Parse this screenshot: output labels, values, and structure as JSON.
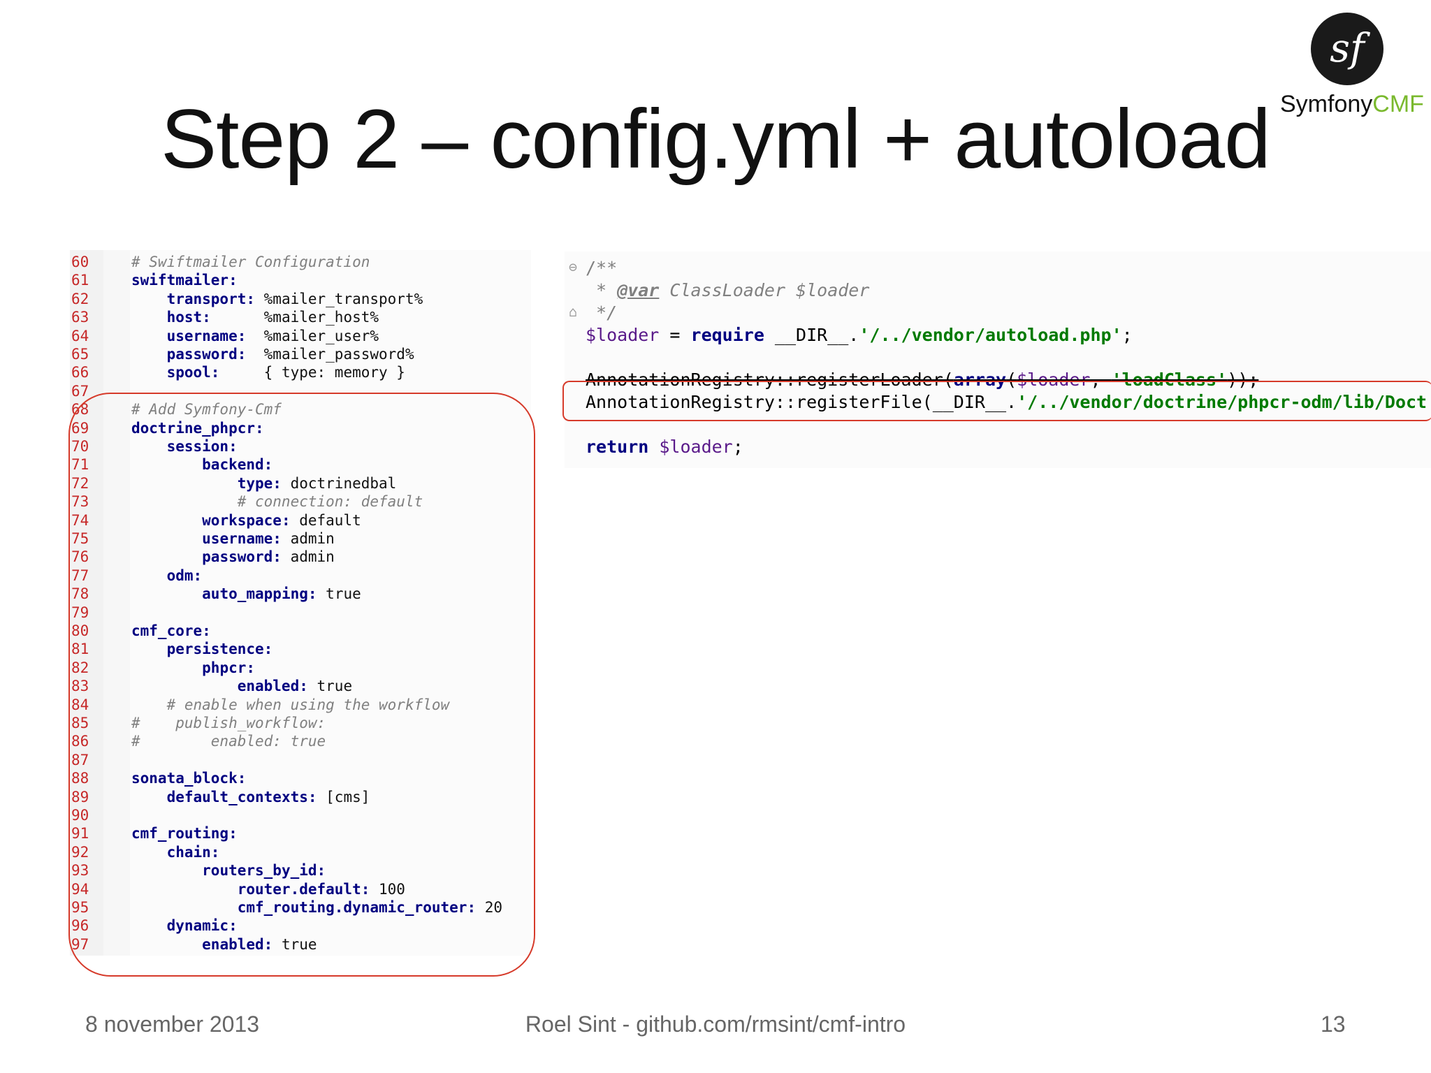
{
  "slide": {
    "title": "Step 2 – config.yml + autoload",
    "logo": {
      "brand": "Symfony",
      "accent": "CMF",
      "icon": "symfony-sf-icon",
      "accent_color": "#7ab92e"
    },
    "footer": {
      "date": "8 november 2013",
      "author": "Roel Sint - github.com/rmsint/cmf-intro",
      "page": "13"
    }
  },
  "left_code": {
    "line_numbers": [
      "60",
      "61",
      "62",
      "63",
      "64",
      "65",
      "66",
      "67",
      "68",
      "69",
      "70",
      "71",
      "72",
      "73",
      "74",
      "75",
      "76",
      "77",
      "78",
      "79",
      "80",
      "81",
      "82",
      "83",
      "84",
      "85",
      "86",
      "87",
      "88",
      "89",
      "90",
      "91",
      "92",
      "93",
      "94",
      "95",
      "96",
      "97"
    ],
    "lines": [
      {
        "indent": "",
        "comment": "# Swiftmailer Configuration"
      },
      {
        "indent": "",
        "key": "swiftmailer:"
      },
      {
        "indent": "    ",
        "key": "transport:",
        "value": " %mailer_transport%"
      },
      {
        "indent": "    ",
        "key": "host:",
        "value": "      %mailer_host%"
      },
      {
        "indent": "    ",
        "key": "username:",
        "value": "  %mailer_user%"
      },
      {
        "indent": "    ",
        "key": "password:",
        "value": "  %mailer_password%"
      },
      {
        "indent": "    ",
        "key": "spool:",
        "value": "     { type: memory }"
      },
      {
        "indent": ""
      },
      {
        "indent": "",
        "comment": "# Add Symfony-Cmf"
      },
      {
        "indent": "",
        "key": "doctrine_phpcr:"
      },
      {
        "indent": "    ",
        "key": "session:"
      },
      {
        "indent": "        ",
        "key": "backend:"
      },
      {
        "indent": "            ",
        "key": "type:",
        "value": " doctrinedbal"
      },
      {
        "indent": "            ",
        "comment": "# connection: default"
      },
      {
        "indent": "        ",
        "key": "workspace:",
        "value": " default"
      },
      {
        "indent": "        ",
        "key": "username:",
        "value": " admin"
      },
      {
        "indent": "        ",
        "key": "password:",
        "value": " admin"
      },
      {
        "indent": "    ",
        "key": "odm:"
      },
      {
        "indent": "        ",
        "key": "auto_mapping:",
        "value": " true"
      },
      {
        "indent": ""
      },
      {
        "indent": "",
        "key": "cmf_core:"
      },
      {
        "indent": "    ",
        "key": "persistence:"
      },
      {
        "indent": "        ",
        "key": "phpcr:"
      },
      {
        "indent": "            ",
        "key": "enabled:",
        "value": " true"
      },
      {
        "indent": "    ",
        "comment": "# enable when using the workflow"
      },
      {
        "indent": "",
        "comment": "#    publish_workflow:"
      },
      {
        "indent": "",
        "comment": "#        enabled: true"
      },
      {
        "indent": ""
      },
      {
        "indent": "",
        "key": "sonata_block:"
      },
      {
        "indent": "    ",
        "key": "default_contexts:",
        "value": " [cms]"
      },
      {
        "indent": ""
      },
      {
        "indent": "",
        "key": "cmf_routing:"
      },
      {
        "indent": "    ",
        "key": "chain:"
      },
      {
        "indent": "        ",
        "key": "routers_by_id:"
      },
      {
        "indent": "            ",
        "key": "router.default:",
        "value": " 100"
      },
      {
        "indent": "            ",
        "key": "cmf_routing.dynamic_router:",
        "value": " 20"
      },
      {
        "indent": "    ",
        "key": "dynamic:"
      },
      {
        "indent": "        ",
        "key": "enabled:",
        "value": " true"
      }
    ]
  },
  "right_code": {
    "line1": "/**",
    "line2_star": " * ",
    "line2_tag": "@var",
    "line2_rest": " ClassLoader $loader",
    "line3": " */",
    "line4_var": "$loader",
    "line4_eq": " = ",
    "line4_kw": "require",
    "line4_dir": " __DIR__.",
    "line4_str": "'/../vendor/autoload.php'",
    "line4_end": ";",
    "line6_a": "AnnotationRegistry::registerLoader(",
    "line6_kw": "array",
    "line6_b": "(",
    "line6_var": "$loader",
    "line6_c": ", ",
    "line6_str": "'loadClass'",
    "line6_d": "));",
    "line7_a": "AnnotationRegistry::registerFile(__DIR__.",
    "line7_str": "'/../vendor/doctrine/phpcr-odm/lib/Doct",
    "line9_kw": "return",
    "line9_var": " $loader",
    "line9_end": ";"
  }
}
